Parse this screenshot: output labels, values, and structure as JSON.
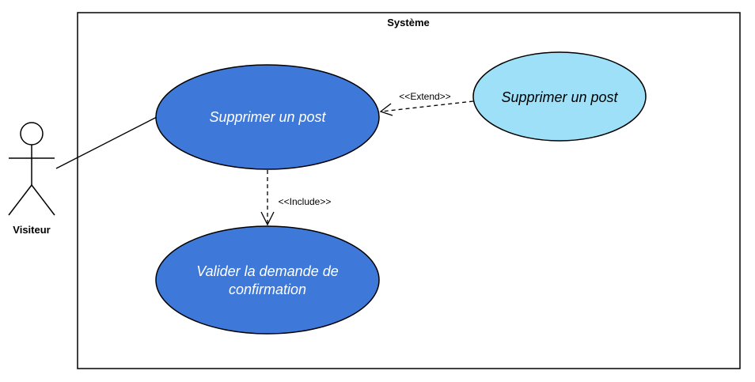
{
  "system": {
    "title": "Système"
  },
  "actor": {
    "name": "Visiteur"
  },
  "use_cases": {
    "main": {
      "label": "Supprimer un post",
      "fill": "#3e78d8",
      "text_color": "#ffffff"
    },
    "extension": {
      "label": "Supprimer un post",
      "fill": "#9ee0f8",
      "text_color": "#000000"
    },
    "included": {
      "line1": "Valider la demande de",
      "line2": "confirmation",
      "fill": "#3e78d8",
      "text_color": "#ffffff"
    }
  },
  "relations": {
    "extend_label": "<<Extend>>",
    "include_label": "<<Include>>"
  }
}
